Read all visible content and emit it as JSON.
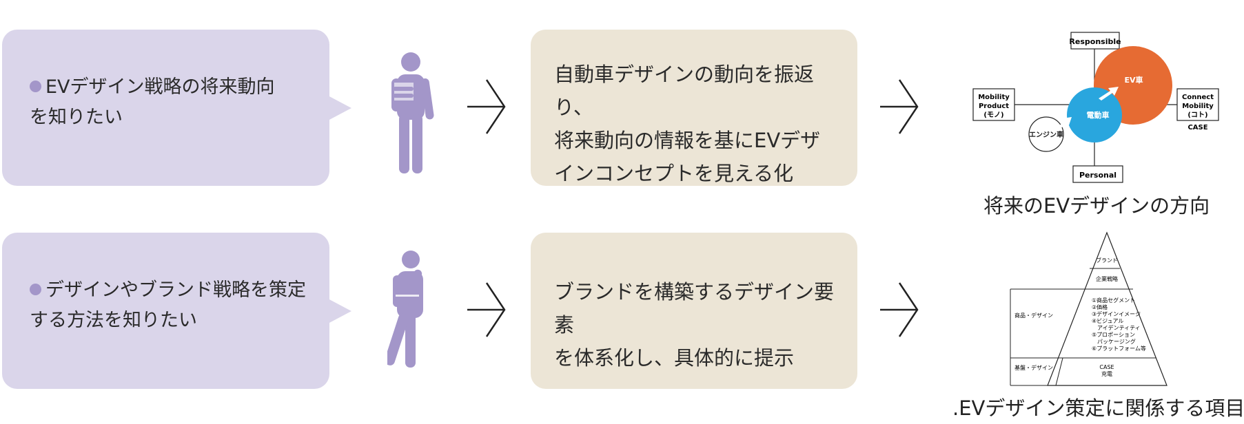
{
  "row1": {
    "need": [
      "EVデザイン戦略の将来動向",
      "を知りたい"
    ],
    "solution": [
      "自動車デザインの動向を振返り、",
      "将来動向の情報を基にEVデザ",
      "インコンセプトを見える化"
    ],
    "caption": "将来のEVデザインの方向",
    "diagram": {
      "top": "Responsible",
      "bottom": "Personal",
      "left": [
        "Mobility",
        "Product",
        "(モノ)"
      ],
      "right": [
        "Connect",
        "Mobility",
        "(コト)"
      ],
      "right_sub": "CASE",
      "circle_small": "エンジン車",
      "circle_mid": "電動車",
      "circle_big": "EV車",
      "colors": {
        "mid": "#29a6de",
        "big": "#e66b33"
      }
    }
  },
  "row2": {
    "need": [
      "デザインやブランド戦略を策定",
      "する方法を知りたい"
    ],
    "solution": [
      "ブランドを構築するデザイン要素",
      "を体系化し、具体的に提示"
    ],
    "caption": ".EVデザイン策定に関係する項目",
    "pyramid": {
      "tier1": "ブランド",
      "tier2": "企業戦略",
      "tier3_items": [
        "①商品セグメント",
        "②価格",
        "③デザインイメージ",
        "④ビジュアル",
        "　アイデンティティ",
        "⑤プロポーション",
        "　パッケージング",
        "⑥プラットフォーム等"
      ],
      "tier3_left": "商品・デザイン",
      "tier4_left": "基盤・デザイン",
      "tier4_items": [
        "CASE",
        "充電"
      ]
    }
  },
  "colors": {
    "bubble": "#dad5ea",
    "dot": "#a396c9",
    "person": "#a396c9",
    "box": "#ece5d6"
  }
}
